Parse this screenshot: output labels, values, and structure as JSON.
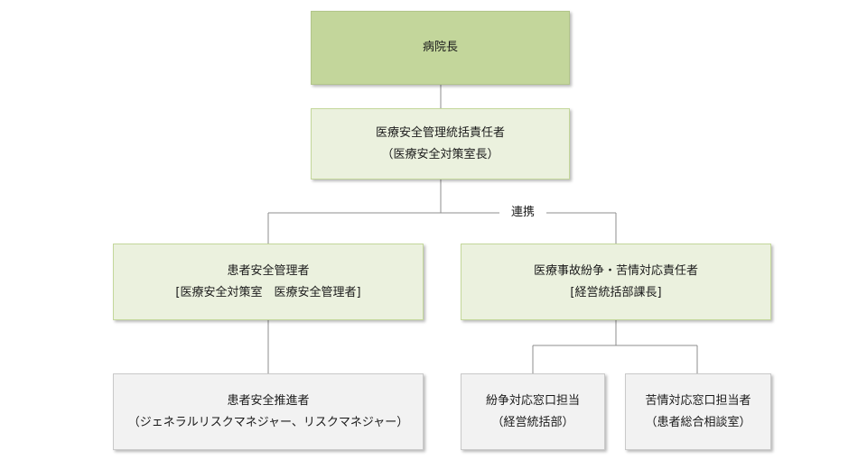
{
  "nodes": {
    "director": {
      "title": "病院長"
    },
    "safety_chief": {
      "title": "医療安全管理統括責任者",
      "subtitle": "（医療安全対策室長）"
    },
    "patient_safety_manager": {
      "title": "患者安全管理者",
      "subtitle": "[医療安全対策室　医療安全管理者]"
    },
    "dispute_officer": {
      "title": "医療事故紛争・苦情対応責任者",
      "subtitle": "[経営統括部課長]"
    },
    "safety_promoter": {
      "title": "患者安全推進者",
      "subtitle": "（ジェネラルリスクマネジャー、リスクマネジャー）"
    },
    "dispute_window": {
      "title": "紛争対応窓口担当",
      "subtitle": "（経営統括部）"
    },
    "complaint_window": {
      "title": "苦情対応窓口担当者",
      "subtitle": "（患者総合相談室）"
    }
  },
  "link_label": "連携",
  "colors": {
    "top_fill": "#c3d69b",
    "green_fill": "#ebf1de",
    "gray_fill": "#f2f2f2",
    "connector": "#8c8c8c"
  }
}
